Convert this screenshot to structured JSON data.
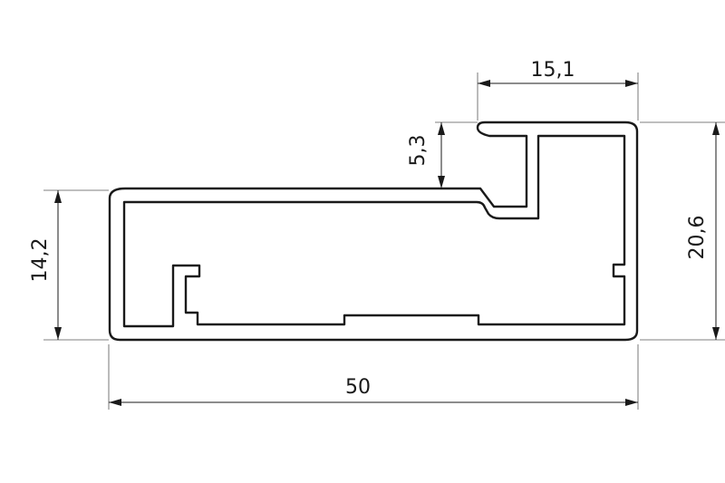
{
  "drawing": {
    "dimensions": {
      "overall_width": "50",
      "overall_height": "20,6",
      "left_height": "14,2",
      "lip_width": "15,1",
      "step_height": "5,3"
    }
  }
}
